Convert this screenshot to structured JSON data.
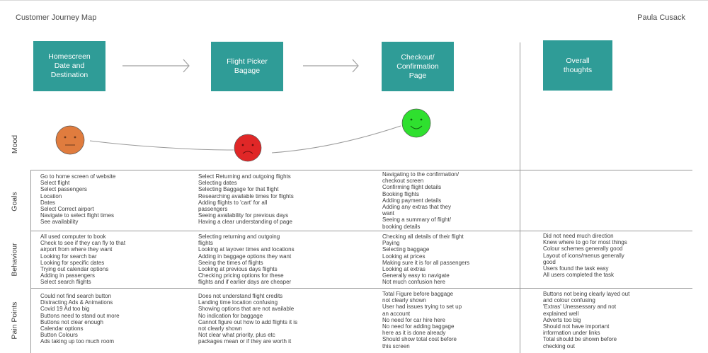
{
  "header": {
    "title": "Customer Journey Map",
    "author": "Paula Cusack"
  },
  "colors": {
    "stage": "#2f9c97",
    "neutral_face": "#e07c3e",
    "sad_face": "#e02727",
    "happy_face": "#2fe02f"
  },
  "stages": [
    "Homescreen\nDate and\nDestination",
    "Flight Picker\nBagage",
    "Checkout/\nConfirmation\nPage",
    "Overall\nthoughts"
  ],
  "rows": [
    "Mood",
    "Goals",
    "Behaviour",
    "Pain Points"
  ],
  "mood": [
    {
      "stage": "Homescreen",
      "face": "neutral-face-icon"
    },
    {
      "stage": "Flight Picker",
      "face": "sad-face-icon"
    },
    {
      "stage": "Checkout",
      "face": "happy-face-icon"
    }
  ],
  "goals": [
    "Go to home screen of website\nSelect flight\nSelect passengers\nLocation\nDates\nSelect Correct airport\nNavigate to select flight times\nSee availability",
    "Select Returning and outgoing flights\nSelecting dates\nSelecting Baggage for that flight\nResearching available times for flights\nAdding flights to 'cart' for all\npassengers\nSeeing availability for previous days\nHaving a clear understanding of page",
    "Navigating to the confirmation/\ncheckout screen\nConfirming flight details\nBooking flights\nAdding payment details\nAdding any extras that they\nwant\nSeeing a summary of flight/\nbooking details",
    ""
  ],
  "behaviour": [
    "All used computer to book\nCheck to see if they can fly to that\nairport from where they want\nLooking for search bar\nLooking for specific dates\nTrying out calendar options\nAdding in passengers\nSelect search flights",
    "Selecting returning and outgoing\nflights\nLooking at layover times and locations\nAdding in baggage options they want\nSeeing the times of flights\nLooking at previous days flights\nChecking pricing options for these\nflights and if earlier days are cheaper",
    "Checking all details of their flight\nPaying\nSelecting baggage\nLooking at prices\nMaking sure it is for all passengers\nLooking at extras\nGenerally easy to navigate\nNot much confusion here",
    "Did not need much direction\nKnew where to go for most things\nColour schemes generally good\nLayout of icons/menus generally\ngood\nUsers found the task easy\nAll users completed the task"
  ],
  "pain_points": [
    "Could not find search button\nDistracting Ads & Animations\nCovid 19 Ad too big\nButtons need to stand out more\nButtons not clear enough\nCalendar options\nButton Colours\nAds taking up too much room",
    "Does not understand flight credits\nLanding time location confusing\nShowing options that are not available\nNo indication for baggage\nCannot figure out how to add flights it is\nnot clearly shown\nNot clear what priority, plus etc\npackages mean or if they are worth it",
    "Total Figure before baggage\nnot clearly shown\nUser had issues trying to set up\nan account\nNo need for car hire here\nNo need for adding baggage\nhere as it is done already\nShould show total cost before\nthis screen",
    "Buttons not being clearly layed out\nand colour confusing\n'Extras' Unessessary and not\nexplained well\nAdverts too big\nShould not have important\ninformation under links\nTotal should be shown before\nchecking out"
  ]
}
